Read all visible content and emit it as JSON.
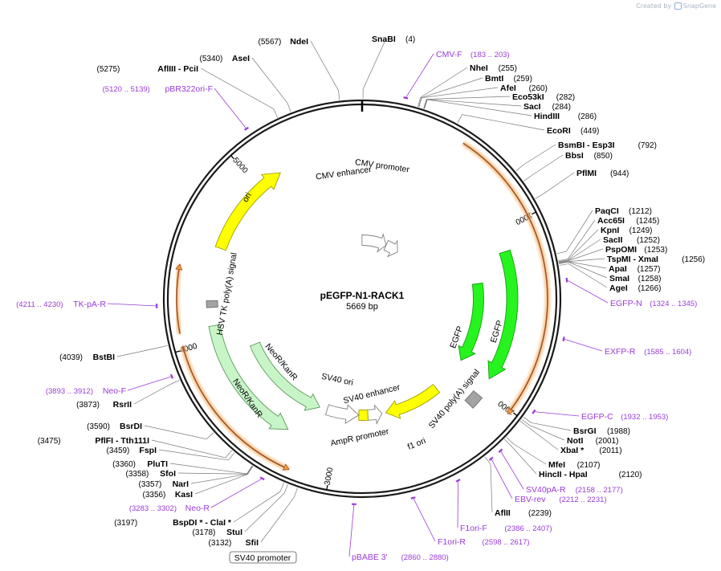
{
  "brand": {
    "created_by": "Created by",
    "app": "SnapGene"
  },
  "plasmid": {
    "name": "pEGFP-N1-RACK1",
    "size_label": "5669 bp"
  },
  "ruler_ticks": [
    {
      "bp": 1000,
      "label": "1000"
    },
    {
      "bp": 2000,
      "label": "2000"
    },
    {
      "bp": 3000,
      "label": "3000"
    },
    {
      "bp": 4000,
      "label": "4000"
    },
    {
      "bp": 5000,
      "label": "5000"
    }
  ],
  "features": [
    {
      "id": "cmv-enhancer",
      "label": "CMV enhancer",
      "start": 5667,
      "end": 380,
      "dir": "cw",
      "ring": "inner3",
      "color": "#ffffff",
      "stroke": "#808080"
    },
    {
      "id": "cmv-promoter",
      "label": "CMV promoter",
      "start": 380,
      "end": 585,
      "dir": "cw",
      "ring": "inner3",
      "color": "#ffffff",
      "stroke": "#808080"
    },
    {
      "id": "egfp-inner",
      "label": "EGFP",
      "start": 1300,
      "end": 1920,
      "dir": "cw",
      "ring": "inner2",
      "color": "#26f41f",
      "stroke": "#1a9c14"
    },
    {
      "id": "egfp-outer",
      "label": "EGFP",
      "start": 1130,
      "end": 1925,
      "dir": "cw",
      "ring": "inner1",
      "color": "#26f41f",
      "stroke": "#1a9c14"
    },
    {
      "id": "sv40-polya",
      "label": "SV40 poly(A) signal",
      "start": 2040,
      "end": 2120,
      "dir": "none",
      "ring": "inner1",
      "color": "#a3a3a3",
      "stroke": "#707070"
    },
    {
      "id": "f1-ori",
      "label": "f1 ori",
      "start": 2210,
      "end": 2650,
      "dir": "cw",
      "ring": "inner2",
      "color": "#ffff00",
      "stroke": "#a0a000"
    },
    {
      "id": "ampr-promoter",
      "label": "AmpR promoter",
      "start": 2680,
      "end": 2790,
      "dir": "ccw",
      "ring": "inner2",
      "color": "#ffffff",
      "stroke": "#808080"
    },
    {
      "id": "sv40-ori",
      "label": "SV40 ori",
      "start": 2790,
      "end": 2860,
      "dir": "none",
      "ring": "inner2",
      "color": "#ffff00",
      "stroke": "#a0a000"
    },
    {
      "id": "sv40-promoter-seg",
      "label": "SV40 enhancer",
      "start": 2860,
      "end": 3110,
      "dir": "ccw",
      "ring": "inner2",
      "color": "#ffffff",
      "stroke": "#808080"
    },
    {
      "id": "neor-inner",
      "label": "NeoR/KanR",
      "start": 3170,
      "end": 3890,
      "dir": "ccw",
      "ring": "inner2",
      "color": "#c8f5c8",
      "stroke": "#5a9a5a"
    },
    {
      "id": "neor-outer",
      "label": "NeoR/KanR",
      "start": 3300,
      "end": 4090,
      "dir": "ccw",
      "ring": "inner1",
      "color": "#c8f5c8",
      "stroke": "#5a9a5a"
    },
    {
      "id": "hsv-tk-polya",
      "label": "HSV TK poly(A) signal",
      "start": 4200,
      "end": 4240,
      "dir": "none",
      "ring": "inner1",
      "color": "#a3a3a3",
      "stroke": "#707070"
    },
    {
      "id": "ori",
      "label": "ori",
      "start": 4560,
      "end": 5150,
      "dir": "cw",
      "ring": "inner1",
      "color": "#ffff00",
      "stroke": "#a0a000"
    }
  ],
  "highlight_arcs": [
    {
      "start": 520,
      "end": 2020,
      "dir": "cw",
      "color": "#a0522d"
    },
    {
      "start": 3200,
      "end": 4020,
      "dir": "ccw",
      "color": "#a0522d"
    },
    {
      "start": 4080,
      "end": 4420,
      "dir": "cw",
      "color": "#a0522d"
    }
  ],
  "sites": [
    {
      "name": "SnaBI",
      "pos": "(4)",
      "bp": 4,
      "layout": "n"
    },
    {
      "name": "NdeI",
      "pos": "(5567)",
      "bp": 5567,
      "layout": "pn"
    },
    {
      "name": "AseI",
      "pos": "(5340)",
      "bp": 5340,
      "layout": "pn"
    },
    {
      "name": "AflIII  - PciI",
      "pos": "(5275)",
      "bp": 5275,
      "layout": "pn"
    },
    {
      "name": "NheI",
      "pos": "(255)",
      "bp": 255,
      "layout": "np"
    },
    {
      "name": "BmtI",
      "pos": "(259)",
      "bp": 259,
      "layout": "np"
    },
    {
      "name": "AfeI",
      "pos": "(260)",
      "bp": 260,
      "layout": "np"
    },
    {
      "name": "Eco53kI",
      "pos": "(282)",
      "bp": 282,
      "layout": "np"
    },
    {
      "name": "SacI",
      "pos": "(284)",
      "bp": 284,
      "layout": "np"
    },
    {
      "name": "HindIII",
      "pos": "(286)",
      "bp": 286,
      "layout": "np"
    },
    {
      "name": "EcoRI",
      "pos": "(449)",
      "bp": 449,
      "layout": "np"
    },
    {
      "name": "BsmBI  - Esp3I",
      "pos": "(792)",
      "bp": 792,
      "layout": "np"
    },
    {
      "name": "BbsI",
      "pos": "(850)",
      "bp": 850,
      "layout": "np"
    },
    {
      "name": "PflMI",
      "pos": "(944)",
      "bp": 944,
      "layout": "np"
    },
    {
      "name": "PaqCI",
      "pos": "(1212)",
      "bp": 1212,
      "layout": "np"
    },
    {
      "name": "Acc65I",
      "pos": "(1245)",
      "bp": 1245,
      "layout": "np"
    },
    {
      "name": "KpnI",
      "pos": "(1249)",
      "bp": 1249,
      "layout": "np"
    },
    {
      "name": "SacII",
      "pos": "(1252)",
      "bp": 1252,
      "layout": "np"
    },
    {
      "name": "PspOMI",
      "pos": "(1253)",
      "bp": 1253,
      "layout": "np"
    },
    {
      "name": "TspMI  - XmaI",
      "pos": "(1256)",
      "bp": 1256,
      "layout": "np"
    },
    {
      "name": "ApaI",
      "pos": "(1257)",
      "bp": 1257,
      "layout": "np"
    },
    {
      "name": "SmaI",
      "pos": "(1258)",
      "bp": 1258,
      "layout": "np"
    },
    {
      "name": "AgeI",
      "pos": "(1266)",
      "bp": 1266,
      "layout": "np"
    },
    {
      "name": "BsrGI",
      "pos": "(1988)",
      "bp": 1988,
      "layout": "np"
    },
    {
      "name": "NotI",
      "pos": "(2001)",
      "bp": 2001,
      "layout": "np"
    },
    {
      "name": "XbaI *",
      "pos": "(2011)",
      "bp": 2011,
      "layout": "np"
    },
    {
      "name": "MfeI",
      "pos": "(2107)",
      "bp": 2107,
      "layout": "np"
    },
    {
      "name": "HincII  - HpaI",
      "pos": "(2120)",
      "bp": 2120,
      "layout": "np"
    },
    {
      "name": "AflII",
      "pos": "(2239)",
      "bp": 2239,
      "layout": "np"
    },
    {
      "name": "SfiI",
      "pos": "(3132)",
      "bp": 3132,
      "layout": "pn"
    },
    {
      "name": "StuI",
      "pos": "(3178)",
      "bp": 3178,
      "layout": "pn"
    },
    {
      "name": "BspDI *  - ClaI *",
      "pos": "(3197)",
      "bp": 3197,
      "layout": "pn"
    },
    {
      "name": "KasI",
      "pos": "(3356)",
      "bp": 3356,
      "layout": "pn"
    },
    {
      "name": "NarI",
      "pos": "(3357)",
      "bp": 3357,
      "layout": "pn"
    },
    {
      "name": "SfoI",
      "pos": "(3358)",
      "bp": 3358,
      "layout": "pn"
    },
    {
      "name": "PluTI",
      "pos": "(3360)",
      "bp": 3360,
      "layout": "pn"
    },
    {
      "name": "FspI",
      "pos": "(3459)",
      "bp": 3459,
      "layout": "pn"
    },
    {
      "name": "PflFI  - Tth111I",
      "pos": "(3475)",
      "bp": 3475,
      "layout": "pn"
    },
    {
      "name": "BsrDI",
      "pos": "(3590)",
      "bp": 3590,
      "layout": "pn"
    },
    {
      "name": "RsrII",
      "pos": "(3873)",
      "bp": 3873,
      "layout": "pn"
    },
    {
      "name": "BstBI",
      "pos": "(4039)",
      "bp": 4039,
      "layout": "pn"
    }
  ],
  "primers": [
    {
      "name": "CMV-F",
      "range": "(183 .. 203)",
      "bp": 193,
      "layout": "nr"
    },
    {
      "name": "pBR322ori-F",
      "range": "(5120 .. 5139)",
      "bp": 5130,
      "layout": "rn"
    },
    {
      "name": "EGFP-N",
      "range": "(1324 .. 1345)",
      "bp": 1335,
      "layout": "nr"
    },
    {
      "name": "EXFP-R",
      "range": "(1585 .. 1604)",
      "bp": 1595,
      "layout": "nr"
    },
    {
      "name": "EGFP-C",
      "range": "(1932 .. 1953)",
      "bp": 1942,
      "layout": "nr"
    },
    {
      "name": "SV40pA-R",
      "range": "(2158 .. 2177)",
      "bp": 2168,
      "layout": "nr"
    },
    {
      "name": "EBV-rev",
      "range": "(2212 .. 2231)",
      "bp": 2222,
      "layout": "nr"
    },
    {
      "name": "F1ori-F",
      "range": "(2386 .. 2407)",
      "bp": 2396,
      "layout": "nr"
    },
    {
      "name": "F1ori-R",
      "range": "(2598 .. 2617)",
      "bp": 2608,
      "layout": "nr"
    },
    {
      "name": "pBABE 3'",
      "range": "(2860 .. 2880)",
      "bp": 2870,
      "layout": "nr"
    },
    {
      "name": "Neo-R",
      "range": "(3283 .. 3302)",
      "bp": 3292,
      "layout": "rn"
    },
    {
      "name": "Neo-F",
      "range": "(3893 .. 3912)",
      "bp": 3902,
      "layout": "rn"
    },
    {
      "name": "TK-pA-R",
      "range": "(4211 .. 4230)",
      "bp": 4220,
      "layout": "rn"
    }
  ],
  "boxed_label": {
    "text": "SV40 promoter"
  },
  "colors": {
    "primer": "#9a3bd8",
    "backbone": "#222222"
  }
}
